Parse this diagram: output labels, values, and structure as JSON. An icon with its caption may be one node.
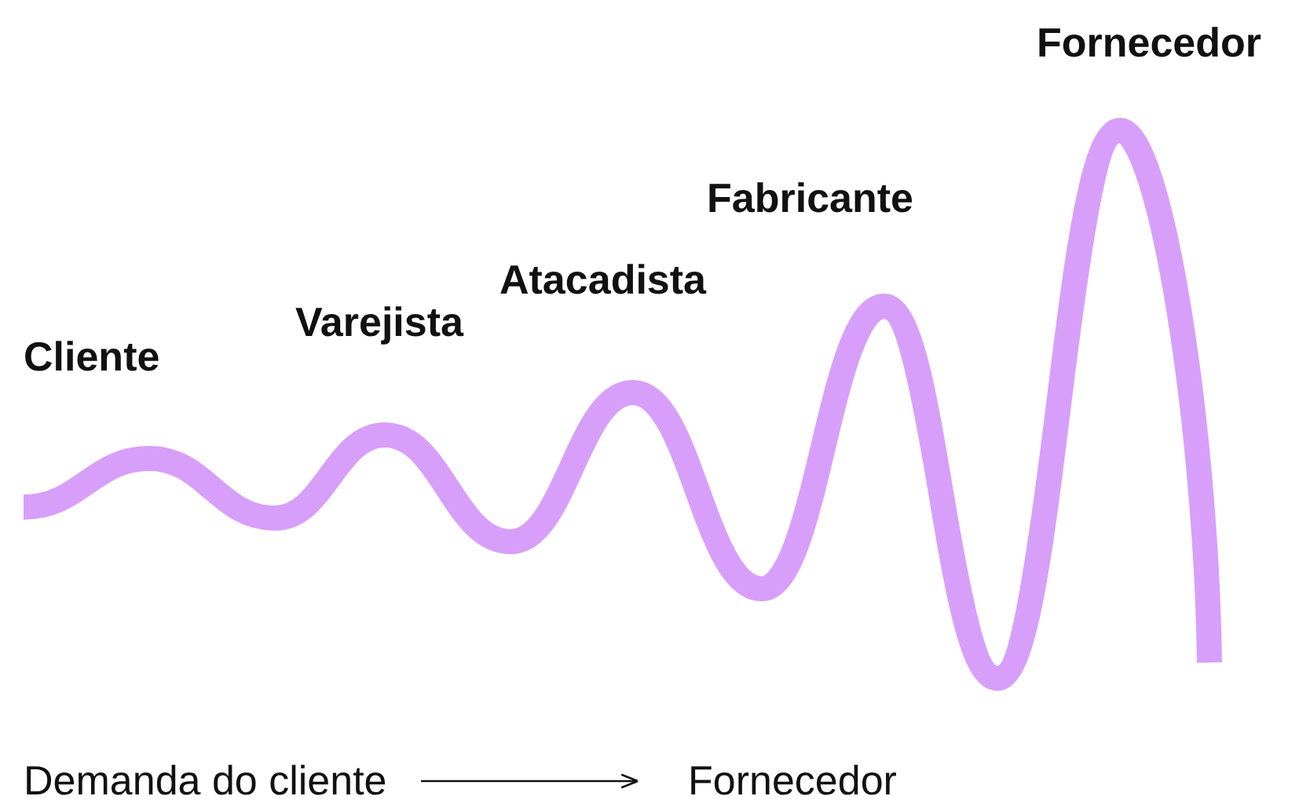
{
  "diagram": {
    "nodes": [
      {
        "text": [
          "Demanda do cliente"
        ]
      },
      {
        "text": [
          "Fornecedor"
        ]
      }
    ],
    "edges": [
      {
        "from": 0,
        "to": 1,
        "arrow": "to"
      }
    ],
    "labels": [
      "Cliente",
      "Varejista",
      "Atacadista",
      "Fabricante",
      "Fornecedor"
    ]
  }
}
